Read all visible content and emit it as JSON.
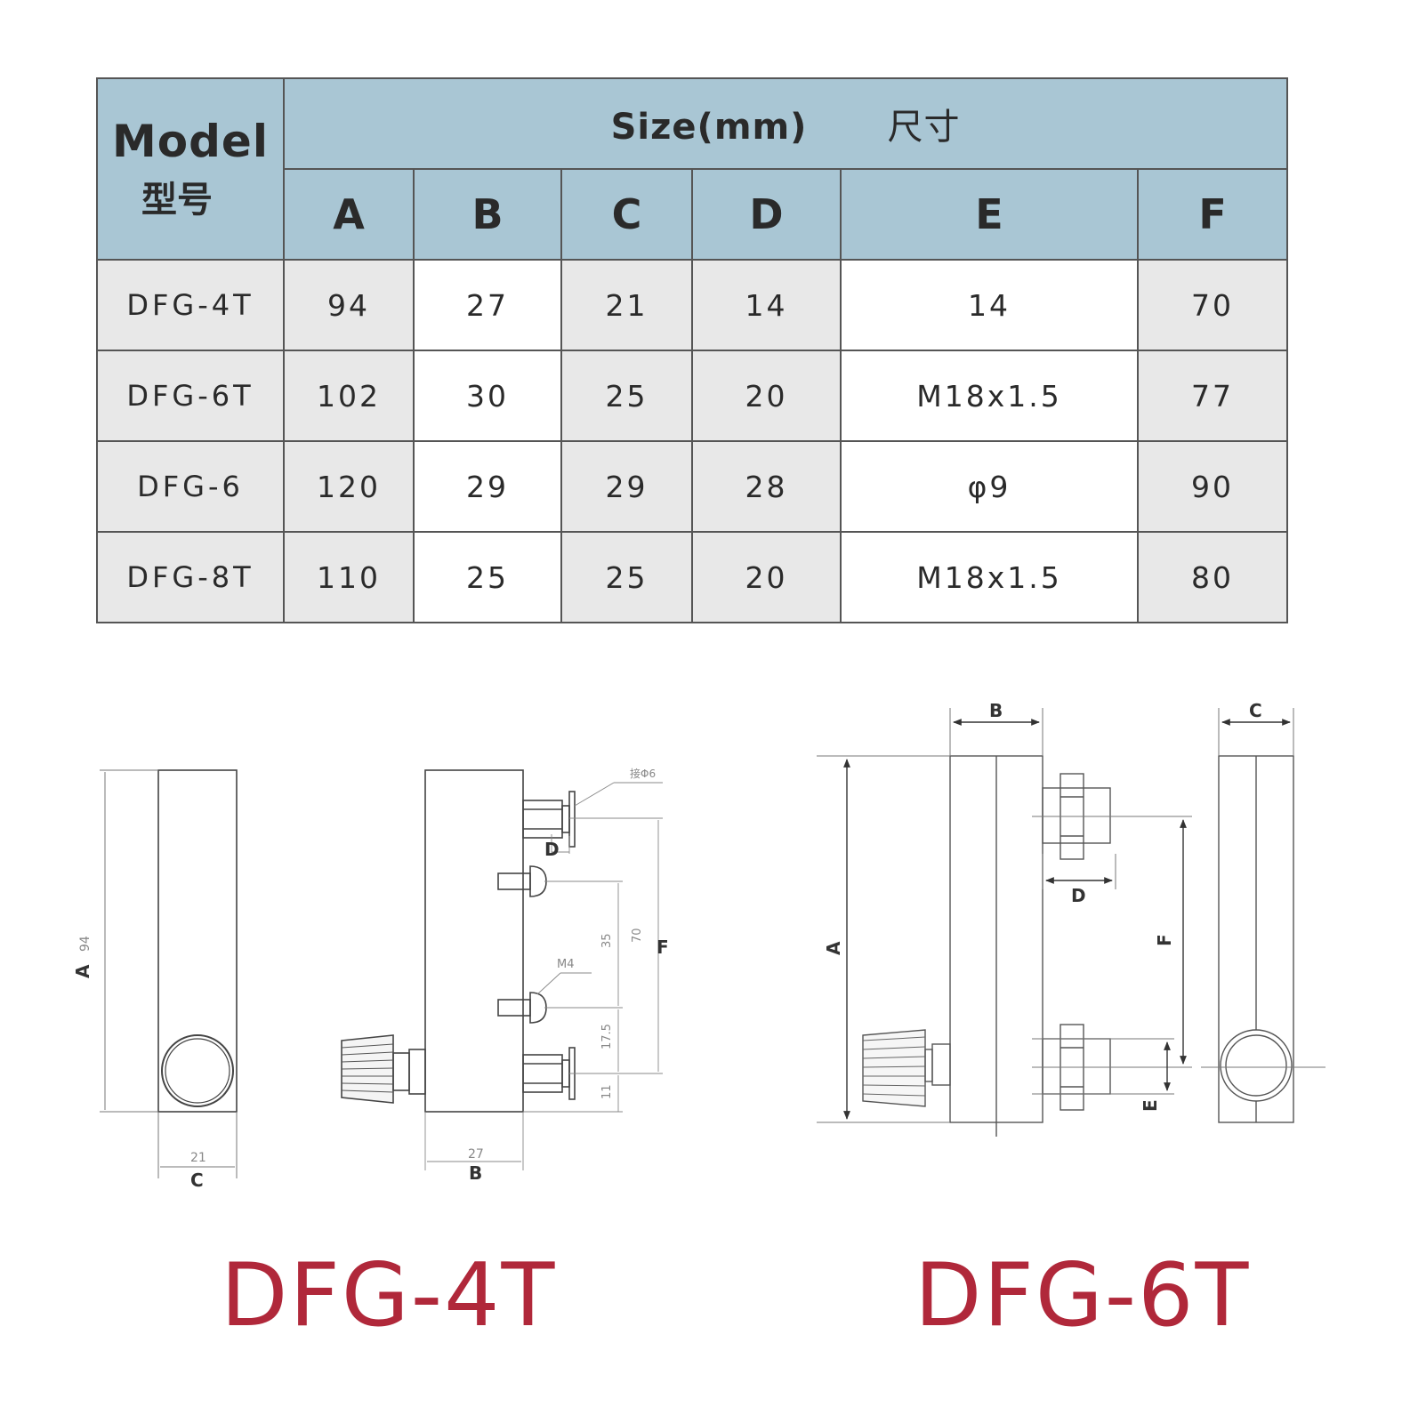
{
  "table": {
    "model_header": "Model",
    "model_header_zh": "型号",
    "size_header": "Size(mm)",
    "size_header_zh": "尺寸",
    "columns": [
      "A",
      "B",
      "C",
      "D",
      "E",
      "F"
    ],
    "rows": [
      {
        "model": "DFG-4T",
        "values": [
          "94",
          "27",
          "21",
          "14",
          "14",
          "70"
        ]
      },
      {
        "model": "DFG-6T",
        "values": [
          "102",
          "30",
          "25",
          "20",
          "M18x1.5",
          "77"
        ]
      },
      {
        "model": "DFG-6",
        "values": [
          "120",
          "29",
          "29",
          "28",
          "φ9",
          "90"
        ]
      },
      {
        "model": "DFG-8T",
        "values": [
          "110",
          "25",
          "25",
          "20",
          "M18x1.5",
          "80"
        ]
      }
    ]
  },
  "drawing_left": {
    "title": "DFG-4T",
    "labels": {
      "A": "A",
      "A_val": "94",
      "C": "C",
      "C_val": "21",
      "B": "B",
      "B_val": "27",
      "D": "D",
      "F": "F",
      "F_val": "70",
      "v35": "35",
      "v17": "17.5",
      "v11": "11",
      "m4": "M4",
      "port": "接Φ6"
    }
  },
  "drawing_right": {
    "title": "DFG-6T",
    "labels": {
      "A": "A",
      "B": "B",
      "C": "C",
      "D": "D",
      "E": "E",
      "F": "F"
    }
  }
}
